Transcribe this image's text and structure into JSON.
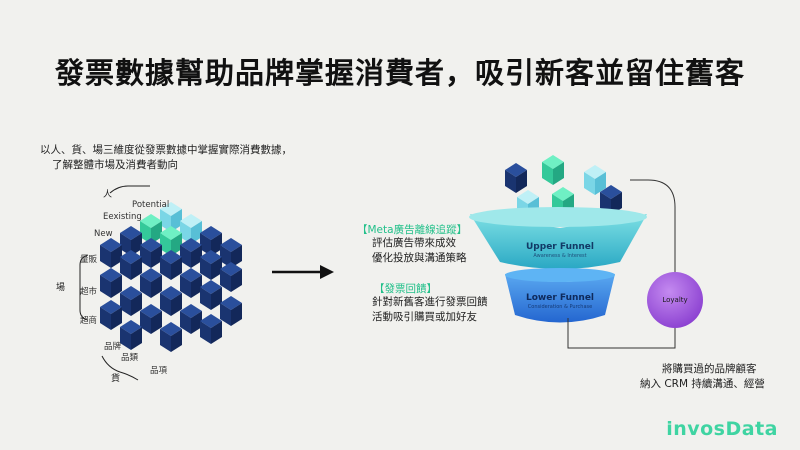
{
  "title": "發票數據幫助品牌掌握消費者，吸引新客並留住舊客",
  "description": [
    "以人、貨、場三維度從發票數據中掌握實際消費數據，",
    "了解整體市場及消費者動向"
  ],
  "cube": {
    "people_axis": "人",
    "people_levels": [
      "Potential",
      "Eexisting",
      "New"
    ],
    "place_axis": "場",
    "place_levels": [
      "量販",
      "超市",
      "超商"
    ],
    "goods_axis": "貨",
    "goods_levels": [
      "品牌",
      "品類",
      "品項"
    ]
  },
  "funnel": {
    "upper_title": "Upper Funnel",
    "upper_sub": "Awareness & Interest",
    "lower_title": "Lower Funnel",
    "lower_sub": "Consideration & Purchase",
    "loyalty": "Loyalty"
  },
  "annotations": {
    "meta_tag": "【Meta廣告離線追蹤】",
    "meta_lines": [
      "評估廣告帶來成效",
      "優化投放與溝通策略"
    ],
    "invoice_tag": "【發票回饋】",
    "invoice_lines": [
      "針對新舊客進行發票回饋",
      "活動吸引購買或加好友"
    ],
    "loyalty_lines": [
      "將購買過的品牌顧客",
      "納入 CRM 持續溝通、經營"
    ]
  },
  "logo": "invosData",
  "colors": {
    "accent": "#22c08a",
    "navy": "#1d3a78",
    "teal": "#5fd0d8",
    "funnel_blue": "#3a7fe0",
    "loyalty": "#9b4fd8"
  }
}
